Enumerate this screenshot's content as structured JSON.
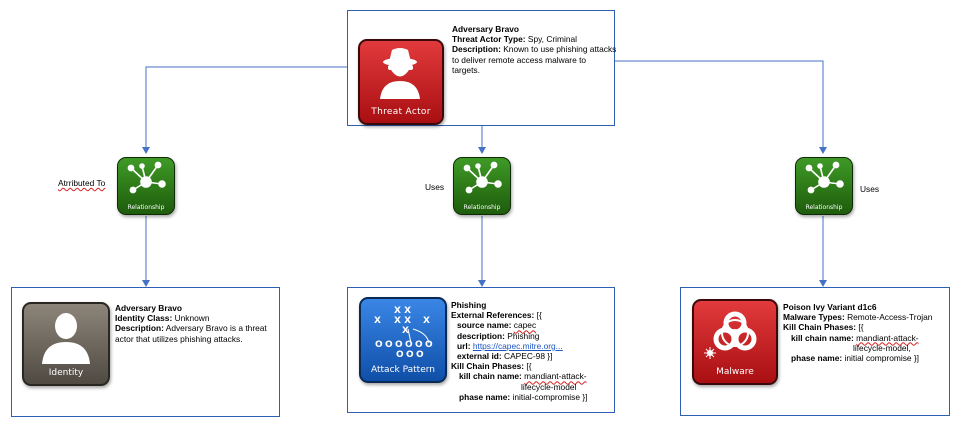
{
  "threat_actor": {
    "tile_label": "Threat Actor",
    "name": "Adversary Bravo",
    "type_key": "Threat Actor Type:",
    "type_val": "Spy, Criminal",
    "desc_key": "Description:",
    "desc_line1": "Known to use phishing attacks",
    "desc_line2": "to deliver remote access malware to",
    "desc_line3": "targets."
  },
  "relationships": [
    {
      "tile_label": "Relationship",
      "edge_label": "Atrributed To"
    },
    {
      "tile_label": "Relationship",
      "edge_label": "Uses"
    },
    {
      "tile_label": "Relationship",
      "edge_label": "Uses"
    }
  ],
  "identity": {
    "tile_label": "Identity",
    "name": "Adversary Bravo",
    "class_key": "Identity Class:",
    "class_val": "Unknown",
    "desc_key": "Description:",
    "desc_line1": "Adversary Bravo is a threat",
    "desc_line2": "actor that utilizes phishing attacks."
  },
  "attack_pattern": {
    "tile_label": "Attack Pattern",
    "name": "Phishing",
    "ext_refs_key": "External References:",
    "ext_refs_open": "[{",
    "source_key": "source name:",
    "source_val": "capec",
    "desc_key": "description:",
    "desc_val": "Phishing",
    "url_key": "url:",
    "url_val": "https://capec.mitre.org...",
    "extid_key": "external id:",
    "extid_val": "CAPEC-98 }]",
    "kcp_key": "Kill Chain Phases:",
    "kcp_open": "[{",
    "kcn_key": "kill chain name:",
    "kcn_val1": "mandiant-attack-",
    "kcn_val2": "lifecycle-model",
    "phase_key": "phase name:",
    "phase_val": "initial-compromise }]"
  },
  "malware": {
    "tile_label": "Malware",
    "name": "Poison Ivy Variant d1c6",
    "types_key": "Malware Types:",
    "types_val": "Remote-Access-Trojan",
    "kcp_key": "Kill Chain Phases:",
    "kcp_open": "[{",
    "kcn_key": "kill chain name:",
    "kcn_val1": "mandiant-attack-",
    "kcn_val2": "lifecycle-model,",
    "phase_key": "phase name:",
    "phase_val": "initial compromise }]"
  },
  "colors": {
    "line": "#4472c4",
    "threat_actor_tile": "#c8191c",
    "relationship_tile": "#2a7a15",
    "identity_tile": "#6e675c",
    "attack_pattern_tile": "#1b64c8",
    "malware_tile": "#c8191c"
  }
}
